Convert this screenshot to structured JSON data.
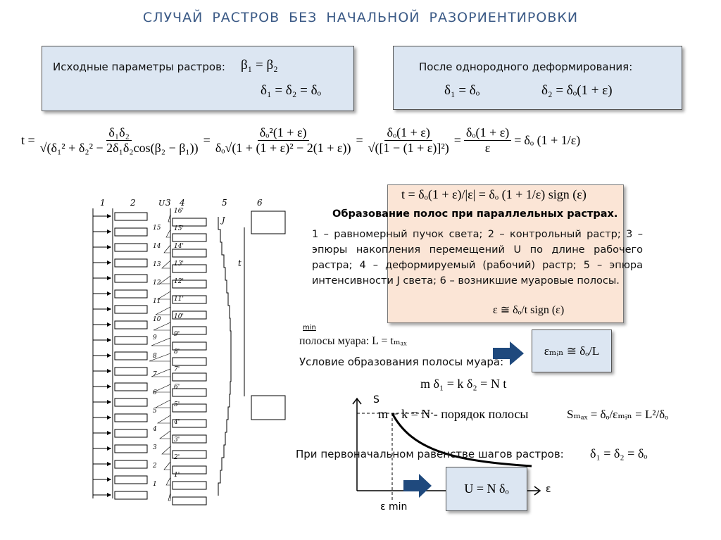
{
  "title": "СЛУЧАЙ РАСТРОВ БЕЗ НАЧАЛЬНОЙ РАЗОРИЕНТИРОВКИ",
  "box_initial": {
    "label": "Исходные параметры растров:",
    "eq1": "β₁ = β₂",
    "eq2": "δ₁ = δ₂ = δₒ"
  },
  "box_after": {
    "label": "После однородного деформирования:",
    "eq1": "δ₁ = δₒ",
    "eq2": "δ₂ = δₒ(1 + ε)"
  },
  "main_formula": {
    "lhs": "t =",
    "f1": {
      "n": "δ₁δ₂",
      "d": "√(δ₁² + δ₂² − 2δ₁δ₂cos(β₂ − β₁))"
    },
    "f2": {
      "n": "δₒ²(1 + ε)",
      "d": "δₒ√(1 + (1 + ε)² − 2(1 + ε))"
    },
    "f3": {
      "n": "δₒ(1 + ε)",
      "d": "√([1 − (1 + ε)]²)"
    },
    "f4": {
      "n": "δₒ(1 + ε)",
      "d": "ε"
    },
    "tail": "δₒ (1 + 1/ε)",
    "eq": "="
  },
  "peach": {
    "formula1": "t = δₒ(1 + ε)/|ε| = δₒ (1 + 1/ε) sign (ε)",
    "formula2": "ε ≅ δₒ/t sign (ε)"
  },
  "heading": "Образование полос при параллельных растрах.",
  "legend": "1 – равномерный пучок света; 2 – контрольный растр; 3 – эпюры накопления перемещений U по длине рабочего растра; 4 – деформируемый (рабочий) растр; 5 – эпюра интенсивности J света; 6 – возникшие муаровые полосы.",
  "stray_min": "min",
  "moire_width": "полосы муара:  L = tₘₐₓ",
  "emin_box": "εₘᵢₙ ≅ δₒ/L",
  "condition": "Условие образования полосы муара:",
  "cond_formula": "m δ₁ = k δ₂ = N t",
  "order_text": "m − k = N  -  порядок полосы",
  "smax_formula": "Sₘₐₓ = δₒ/εₘᵢₙ = L²/δₒ",
  "initial_equal": "При первоначальном равенстве шагов растров:",
  "initial_equal_formula": "δ₁ = δ₂ = δₒ",
  "u_box": "U = N δₒ",
  "graph": {
    "y_label": "S",
    "x_label": "ε",
    "x_mark": "ε min"
  },
  "diagram": {
    "column_labels": [
      "1",
      "2",
      "3",
      "4",
      "5",
      "6"
    ],
    "u_label": "U",
    "j_label": "J",
    "t_label": "t",
    "left_numbers": [
      "15",
      "14",
      "13",
      "12",
      "11",
      "10",
      "9",
      "8",
      "7",
      "6",
      "5",
      "4",
      "3",
      "2",
      "1"
    ],
    "right_numbers": [
      "16'",
      "15'",
      "14'",
      "13'",
      "12'",
      "11'",
      "10'",
      "9'",
      "8'",
      "7'",
      "6'",
      "5'",
      "4'",
      "3'",
      "2'",
      "1'"
    ]
  },
  "colors": {
    "title": "#3b5a86",
    "box_fill": "#dce6f2",
    "peach_fill": "#fbe5d6",
    "arrow": "#1f497d"
  }
}
